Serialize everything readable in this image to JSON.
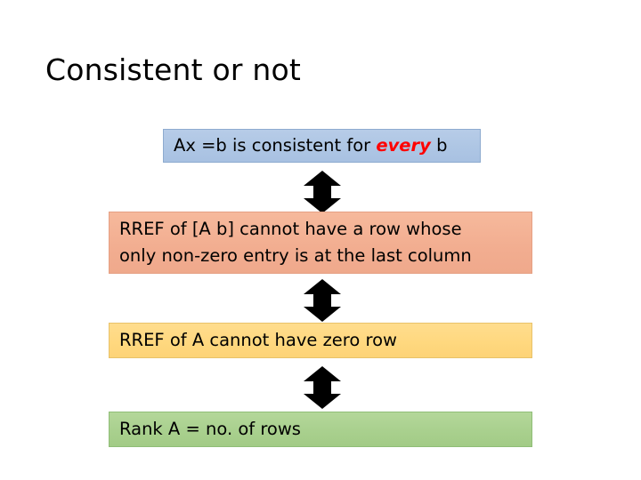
{
  "slide": {
    "title": "Consistent or not",
    "background_color": "#ffffff"
  },
  "boxes": [
    {
      "name": "consistent-statement",
      "color": "#aec6e4",
      "border_color": "#8eabcf",
      "lines": [
        {
          "prefix": "Ax =b is consistent for ",
          "emphasis": "every",
          "suffix": " b"
        }
      ],
      "text_plain": "Ax =b is consistent for every b",
      "emphasis_color": "#ff0000"
    },
    {
      "name": "rref-augmented-statement",
      "color": "#f2ad90",
      "border_color": "#e5a084",
      "lines": [
        {
          "prefix": "RREF of [A b] cannot have a row whose",
          "emphasis": "",
          "suffix": ""
        },
        {
          "prefix": "only non-zero entry is at the last column",
          "emphasis": "",
          "suffix": ""
        }
      ],
      "text_plain": "RREF of [A b] cannot have a row whose only non-zero entry is at the last column"
    },
    {
      "name": "rref-a-statement",
      "color": "#ffd87f",
      "border_color": "#e8c26a",
      "lines": [
        {
          "prefix": "RREF of A cannot have zero row",
          "emphasis": "",
          "suffix": ""
        }
      ],
      "text_plain": "RREF of A cannot have zero row"
    },
    {
      "name": "rank-statement",
      "color": "#a9d08e",
      "border_color": "#8fbd77",
      "lines": [
        {
          "prefix": "Rank A = no. of rows",
          "emphasis": "",
          "suffix": ""
        }
      ],
      "text_plain": "Rank A = no. of rows"
    }
  ],
  "connectors": [
    {
      "name": "double-arrow-icon",
      "meaning": "equivalent-to",
      "color": "#000000"
    },
    {
      "name": "double-arrow-icon",
      "meaning": "equivalent-to",
      "color": "#000000"
    },
    {
      "name": "double-arrow-icon",
      "meaning": "equivalent-to",
      "color": "#000000"
    }
  ]
}
